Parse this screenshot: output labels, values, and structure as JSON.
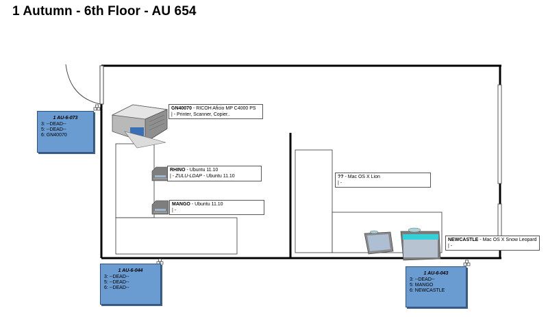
{
  "page": {
    "title": "1 Autumn - 6th Floor - AU 654"
  },
  "devices": [
    {
      "host": "GN40070",
      "line1_rest": " - RICOH Aficio MP C4000 PS",
      "line2": " | - Printer, Scanner, Copier.."
    },
    {
      "host": "RHINO",
      "line1_rest": " - Ubuntu 11.10",
      "line2_pre": " | - ",
      "line2_em": "ZULU-LDAP",
      "line2_post": " - Ubuntu 11.10"
    },
    {
      "host": "MANGO",
      "line1_rest": " - Ubuntu 11.10",
      "line2": " | -"
    },
    {
      "host": "??",
      "line1_rest": " - Mac OS X Lion",
      "line2": " | -"
    },
    {
      "host": "NEWCASTLE",
      "line1_rest": " - Mac OS X Snow Leopard",
      "line2": " | -"
    }
  ],
  "panels": [
    {
      "name": "1 AU-6-073",
      "ports": [
        "3: --DEAD--",
        "5: --DEAD--",
        "6: GN40070"
      ]
    },
    {
      "name": "1 AU-6-044",
      "ports": [
        "3: --DEAD--",
        "5: --DEAD--",
        "6: --DEAD--"
      ]
    },
    {
      "name": "1 AU-6-043",
      "ports": [
        "3: --DEAD--",
        "5: MANGO",
        "6: NEWCASTLE"
      ]
    }
  ],
  "colors": {
    "panel_fill": "#6a9bd1",
    "wall": "#000000"
  },
  "icons": [
    "printer-icon",
    "server-icon",
    "laptop-icon",
    "network-jack-icon"
  ]
}
